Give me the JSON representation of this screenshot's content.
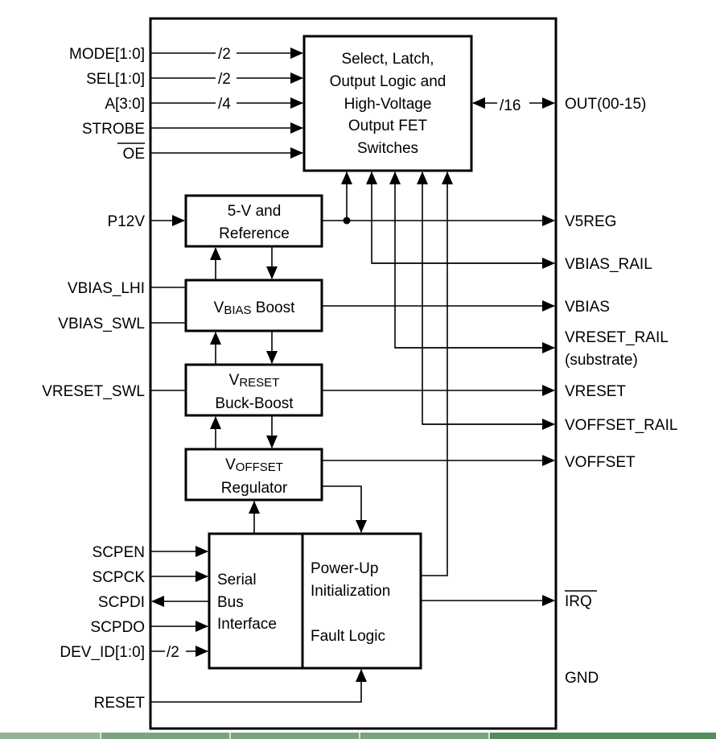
{
  "blocks": {
    "output_logic": [
      "Select, Latch,",
      "Output Logic and",
      "High-Voltage",
      "Output FET",
      "Switches"
    ],
    "ref": [
      "5-V and",
      "Reference"
    ],
    "vbias": {
      "main": "V",
      "sub": "BIAS",
      "rest": " Boost"
    },
    "vreset": {
      "main": "V",
      "sub": "RESET",
      "line2": "Buck-Boost"
    },
    "voffset": {
      "main": "V",
      "sub": "OFFSET",
      "line2": "Regulator"
    },
    "serial": [
      "Serial",
      "Bus",
      "Interface"
    ],
    "powerup": [
      "Power-Up",
      "Initialization",
      "Fault Logic"
    ]
  },
  "inputs": {
    "mode": "MODE[1:0]",
    "sel": "SEL[1:0]",
    "a": "A[3:0]",
    "strobe": "STROBE",
    "oe": "OE",
    "p12v": "P12V",
    "vbias_lhi": "VBIAS_LHI",
    "vbias_swl": "VBIAS_SWL",
    "vreset_swl": "VRESET_SWL",
    "scpen": "SCPEN",
    "scpck": "SCPCK",
    "scpdi": "SCPDI",
    "scpdo": "SCPDO",
    "dev_id": "DEV_ID[1:0]",
    "reset": "RESET"
  },
  "bus_widths": {
    "mode": "/2",
    "sel": "/2",
    "a": "/4",
    "out": "/16",
    "dev_id": "/2"
  },
  "outputs": {
    "out": "OUT(00-15)",
    "v5reg": "V5REG",
    "vbias_rail": "VBIAS_RAIL",
    "vbias": "VBIAS",
    "vreset_rail": "VRESET_RAIL",
    "substrate": "(substrate)",
    "vreset": "VRESET",
    "voffset_rail": "VOFFSET_RAIL",
    "voffset": "VOFFSET",
    "irq": "IRQ",
    "gnd": "GND"
  }
}
